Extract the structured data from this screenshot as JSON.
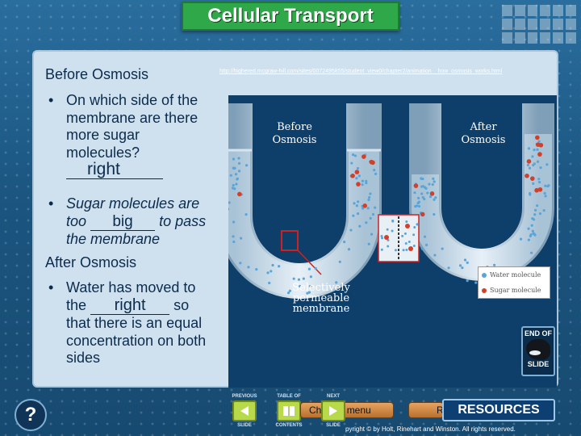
{
  "header": {
    "title": "Cellular Transport"
  },
  "content": {
    "heading_before": "Before Osmosis",
    "q1": {
      "text_lines": [
        "On which side of the",
        "membrane are there",
        "more sugar",
        "molecules?"
      ],
      "answer": "right"
    },
    "q2": {
      "line1_a": "Sugar molecules are",
      "line2_a": "too",
      "answer": "big",
      "line2_b": "to pass",
      "line3": "the membrane"
    },
    "heading_after": "After Osmosis",
    "q3": {
      "line1": "Water has moved to",
      "line2_a": "the",
      "answer": "right",
      "line2_b": "so",
      "line3": "that there is an equal",
      "line4": "concentration on both",
      "line5": "sides"
    }
  },
  "link": {
    "url": "http://highered.mcgraw-hill.com/sites/0072495855/student_view0/chapter2/animation__how_osmosis_works.html"
  },
  "diagram": {
    "label_before": "Before\nOsmosis",
    "label_after": "After\nOsmosis",
    "label_membrane": "Selectively\npermeable\nmembrane",
    "legend": [
      {
        "label": "Water molecule",
        "color": "#5ba4d8"
      },
      {
        "label": "Sugar molecule",
        "color": "#d2402a"
      }
    ]
  },
  "nav": {
    "previous": "PREVIOUS",
    "previous_sub": "SLIDE",
    "contents": "TABLE OF",
    "contents_sub": "CONTENTS",
    "next": "NEXT",
    "next_sub": "SLIDE",
    "chapter_menu": "Ch",
    "chapter_menu_rest": "menu",
    "resources_back": "R",
    "resources": "RESOURCES",
    "end_slide_1": "END OF",
    "end_slide_2": "SLIDE",
    "help": "?"
  },
  "footer": {
    "copyright": "pyright © by Holt, Rinehart and Winston. All rights reserved."
  },
  "colors": {
    "title_green": "#2fa84a",
    "panel_bg": "#cfe1ef",
    "text_dark": "#0c2b4b",
    "sugar_red": "#d2402a",
    "water_blue": "#5ba4d8"
  }
}
